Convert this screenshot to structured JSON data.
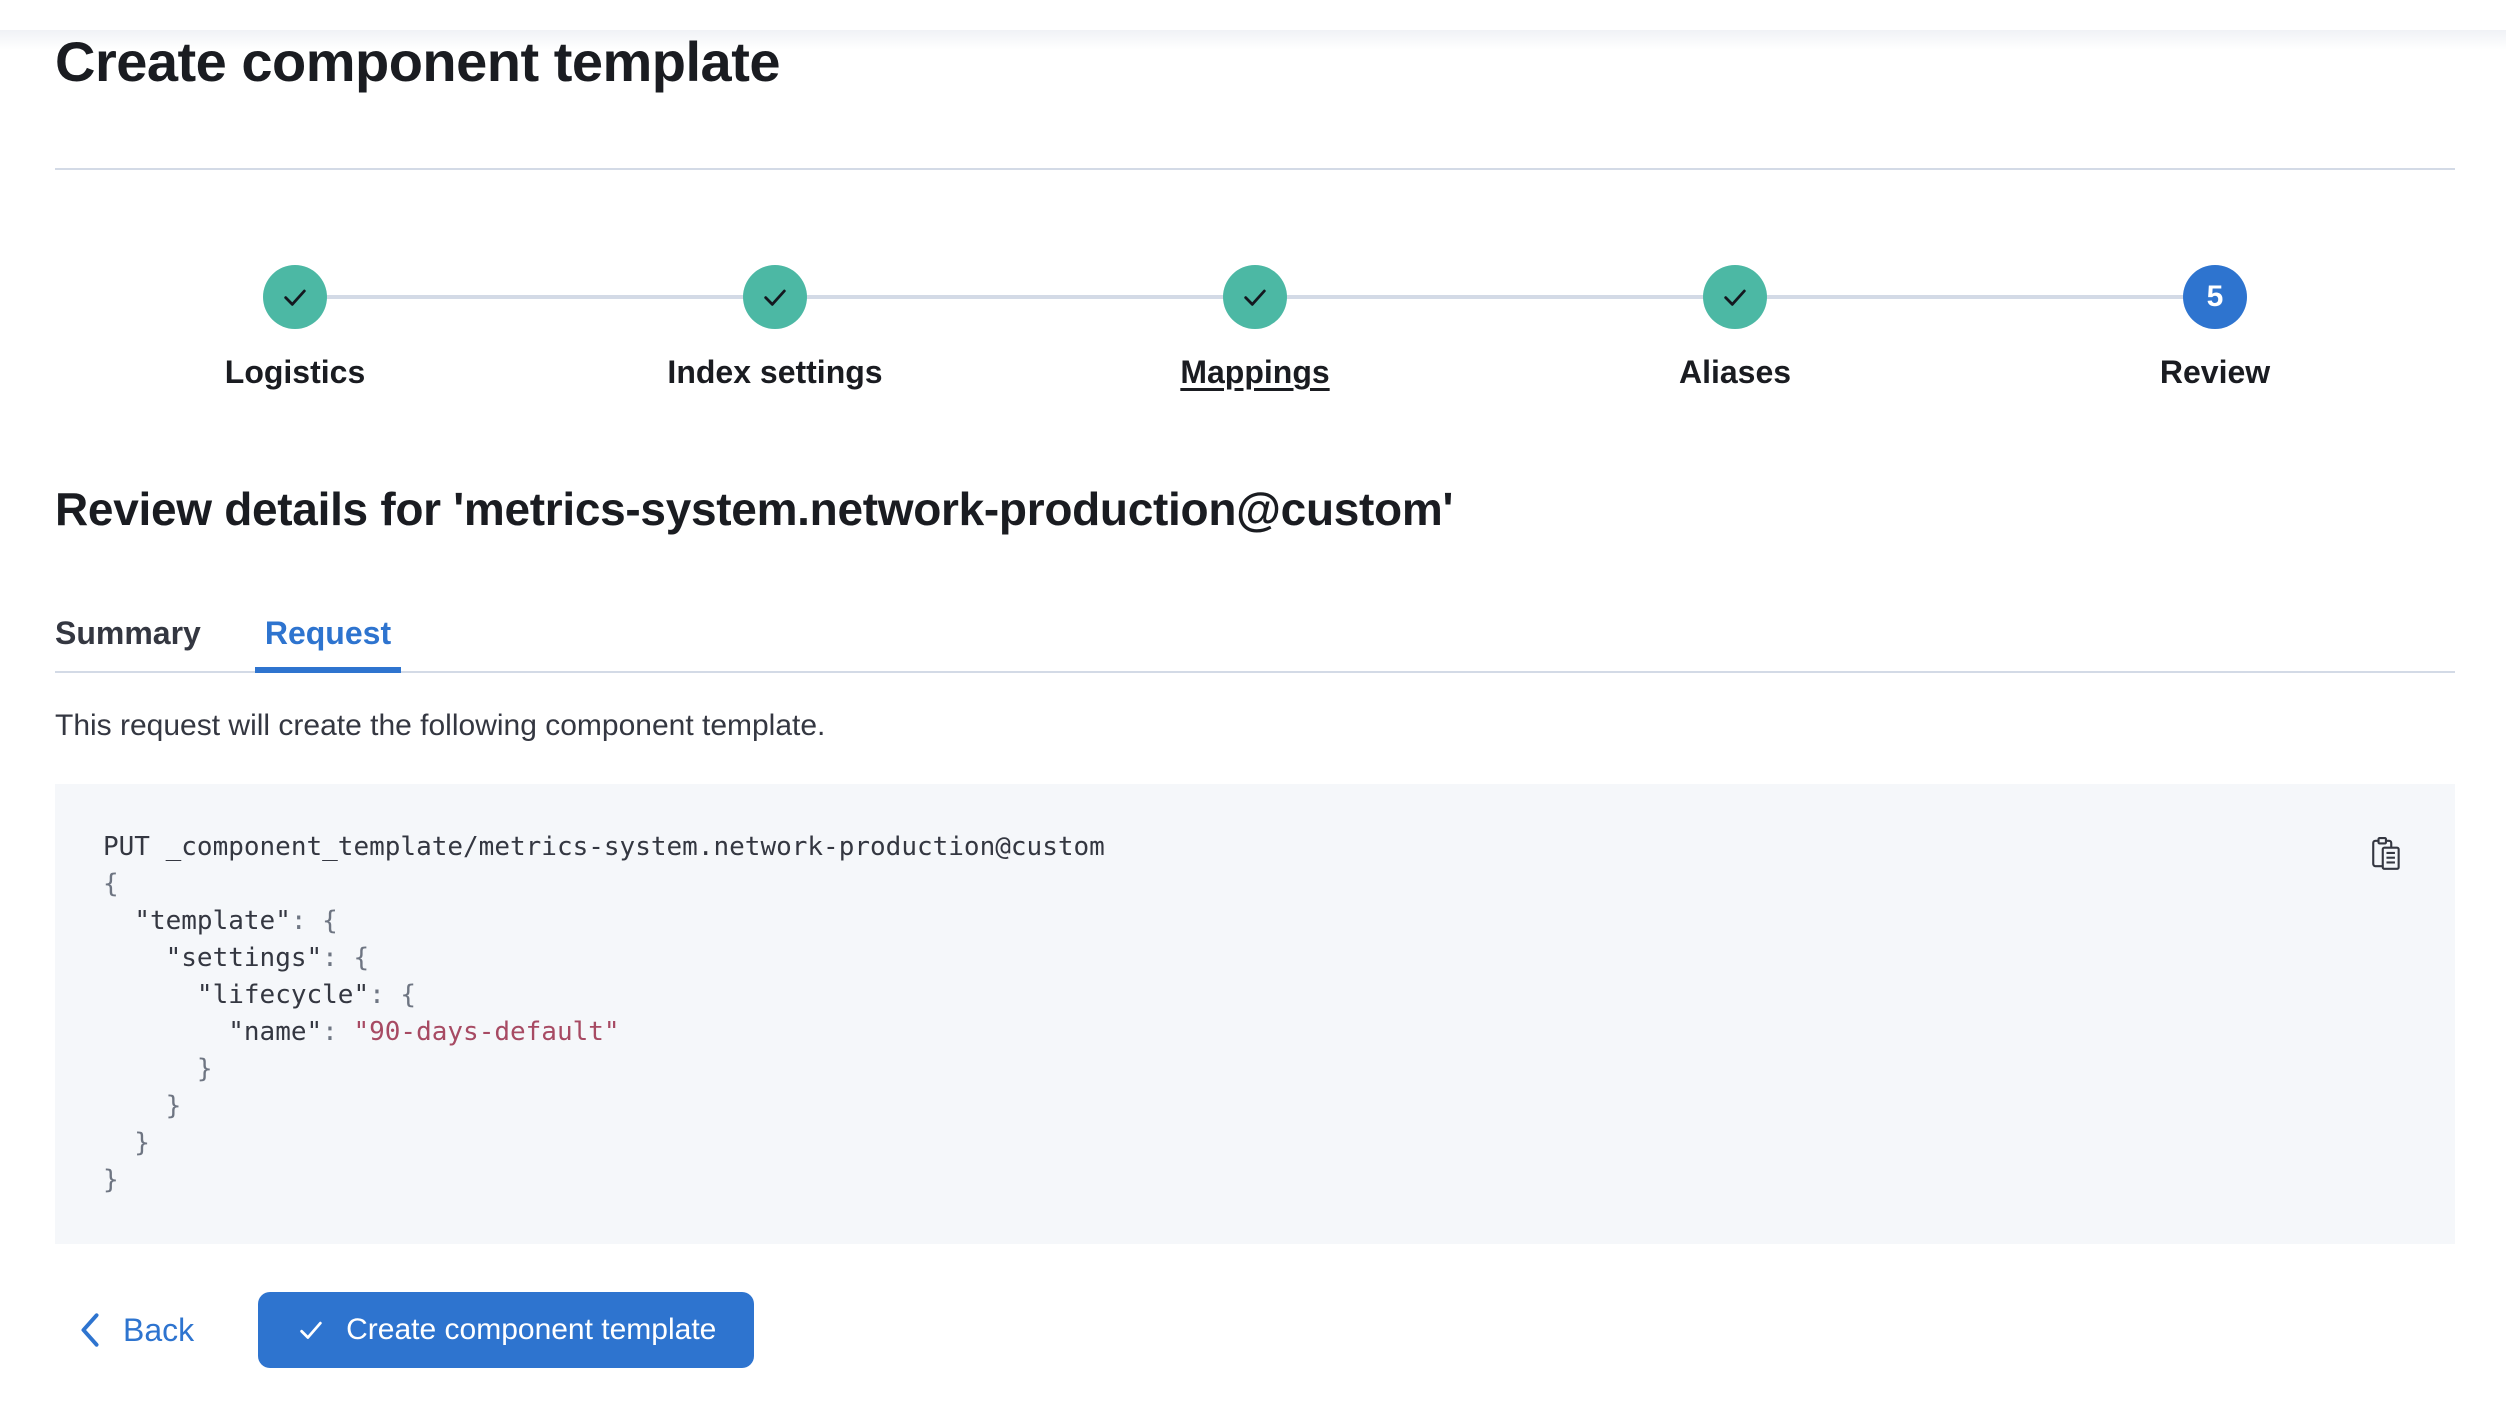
{
  "header": {
    "title": "Create component template"
  },
  "steps": [
    {
      "label": "Logistics",
      "status": "complete"
    },
    {
      "label": "Index settings",
      "status": "complete"
    },
    {
      "label": "Mappings",
      "status": "complete",
      "underlined": true
    },
    {
      "label": "Aliases",
      "status": "complete"
    },
    {
      "label": "Review",
      "status": "current",
      "number": "5"
    }
  ],
  "review": {
    "heading": "Review details for 'metrics-system.network-production@custom'"
  },
  "tabs": [
    {
      "label": "Summary",
      "selected": false
    },
    {
      "label": "Request",
      "selected": true
    }
  ],
  "request": {
    "description": "This request will create the following component template.",
    "code_lines": [
      [
        {
          "t": "PUT _component_template/metrics-system.network-production@custom",
          "c": "plain"
        }
      ],
      [
        {
          "t": "{",
          "c": "punct"
        }
      ],
      [
        {
          "t": "  ",
          "c": "plain"
        },
        {
          "t": "\"template\"",
          "c": "key"
        },
        {
          "t": ": {",
          "c": "punct"
        }
      ],
      [
        {
          "t": "    ",
          "c": "plain"
        },
        {
          "t": "\"settings\"",
          "c": "key"
        },
        {
          "t": ": {",
          "c": "punct"
        }
      ],
      [
        {
          "t": "      ",
          "c": "plain"
        },
        {
          "t": "\"lifecycle\"",
          "c": "key"
        },
        {
          "t": ": {",
          "c": "punct"
        }
      ],
      [
        {
          "t": "        ",
          "c": "plain"
        },
        {
          "t": "\"name\"",
          "c": "key"
        },
        {
          "t": ": ",
          "c": "punct"
        },
        {
          "t": "\"90-days-default\"",
          "c": "string"
        }
      ],
      [
        {
          "t": "      }",
          "c": "punct"
        }
      ],
      [
        {
          "t": "    }",
          "c": "punct"
        }
      ],
      [
        {
          "t": "  }",
          "c": "punct"
        }
      ],
      [
        {
          "t": "}",
          "c": "punct"
        }
      ]
    ],
    "copy_icon": "copy-clipboard-icon"
  },
  "footer": {
    "back": "Back",
    "submit": "Create component template"
  },
  "colors": {
    "primary": "#2e74cf",
    "success_teal": "#4cb8a4",
    "code_string": "#a74a63",
    "code_background": "#f5f7fa",
    "border": "#d3dae6",
    "heading_text": "#1a1c21",
    "body_text": "#343741"
  }
}
